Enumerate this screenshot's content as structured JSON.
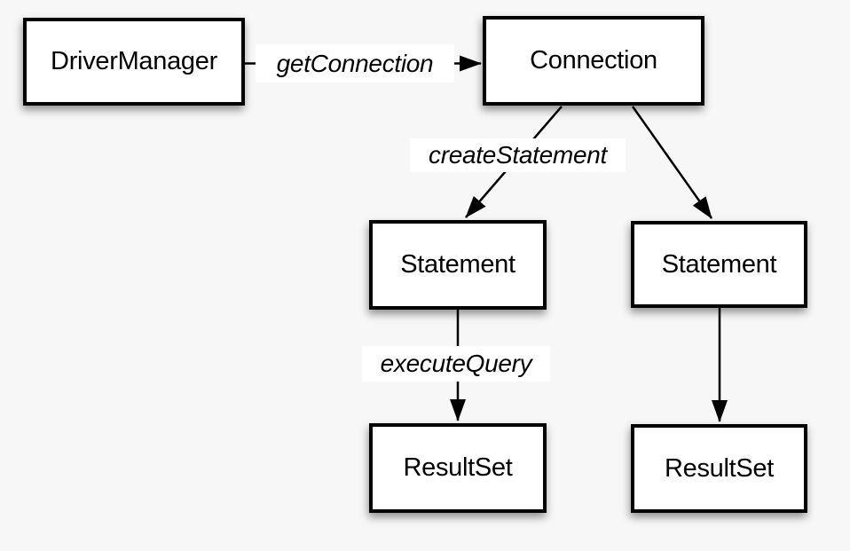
{
  "canvas": {
    "background_color": "#f7f7f7",
    "node_fill_color": "#ffffff",
    "node_border_color": "#000000",
    "line_color": "#000000"
  },
  "nodes": [
    {
      "id": "driver-manager",
      "label": "DriverManager"
    },
    {
      "id": "connection",
      "label": "Connection"
    },
    {
      "id": "statement-left",
      "label": "Statement"
    },
    {
      "id": "statement-right",
      "label": "Statement"
    },
    {
      "id": "resultset-left",
      "label": "ResultSet"
    },
    {
      "id": "resultset-right",
      "label": "ResultSet"
    }
  ],
  "edges": [
    {
      "from": "DriverManager",
      "to": "Connection",
      "label": "getConnection"
    },
    {
      "from": "Connection",
      "to": "Statement-left",
      "label": "createStatement"
    },
    {
      "from": "Connection",
      "to": "Statement-right",
      "label": ""
    },
    {
      "from": "Statement-left",
      "to": "ResultSet-left",
      "label": "executeQuery"
    },
    {
      "from": "Statement-right",
      "to": "ResultSet-right",
      "label": ""
    }
  ]
}
